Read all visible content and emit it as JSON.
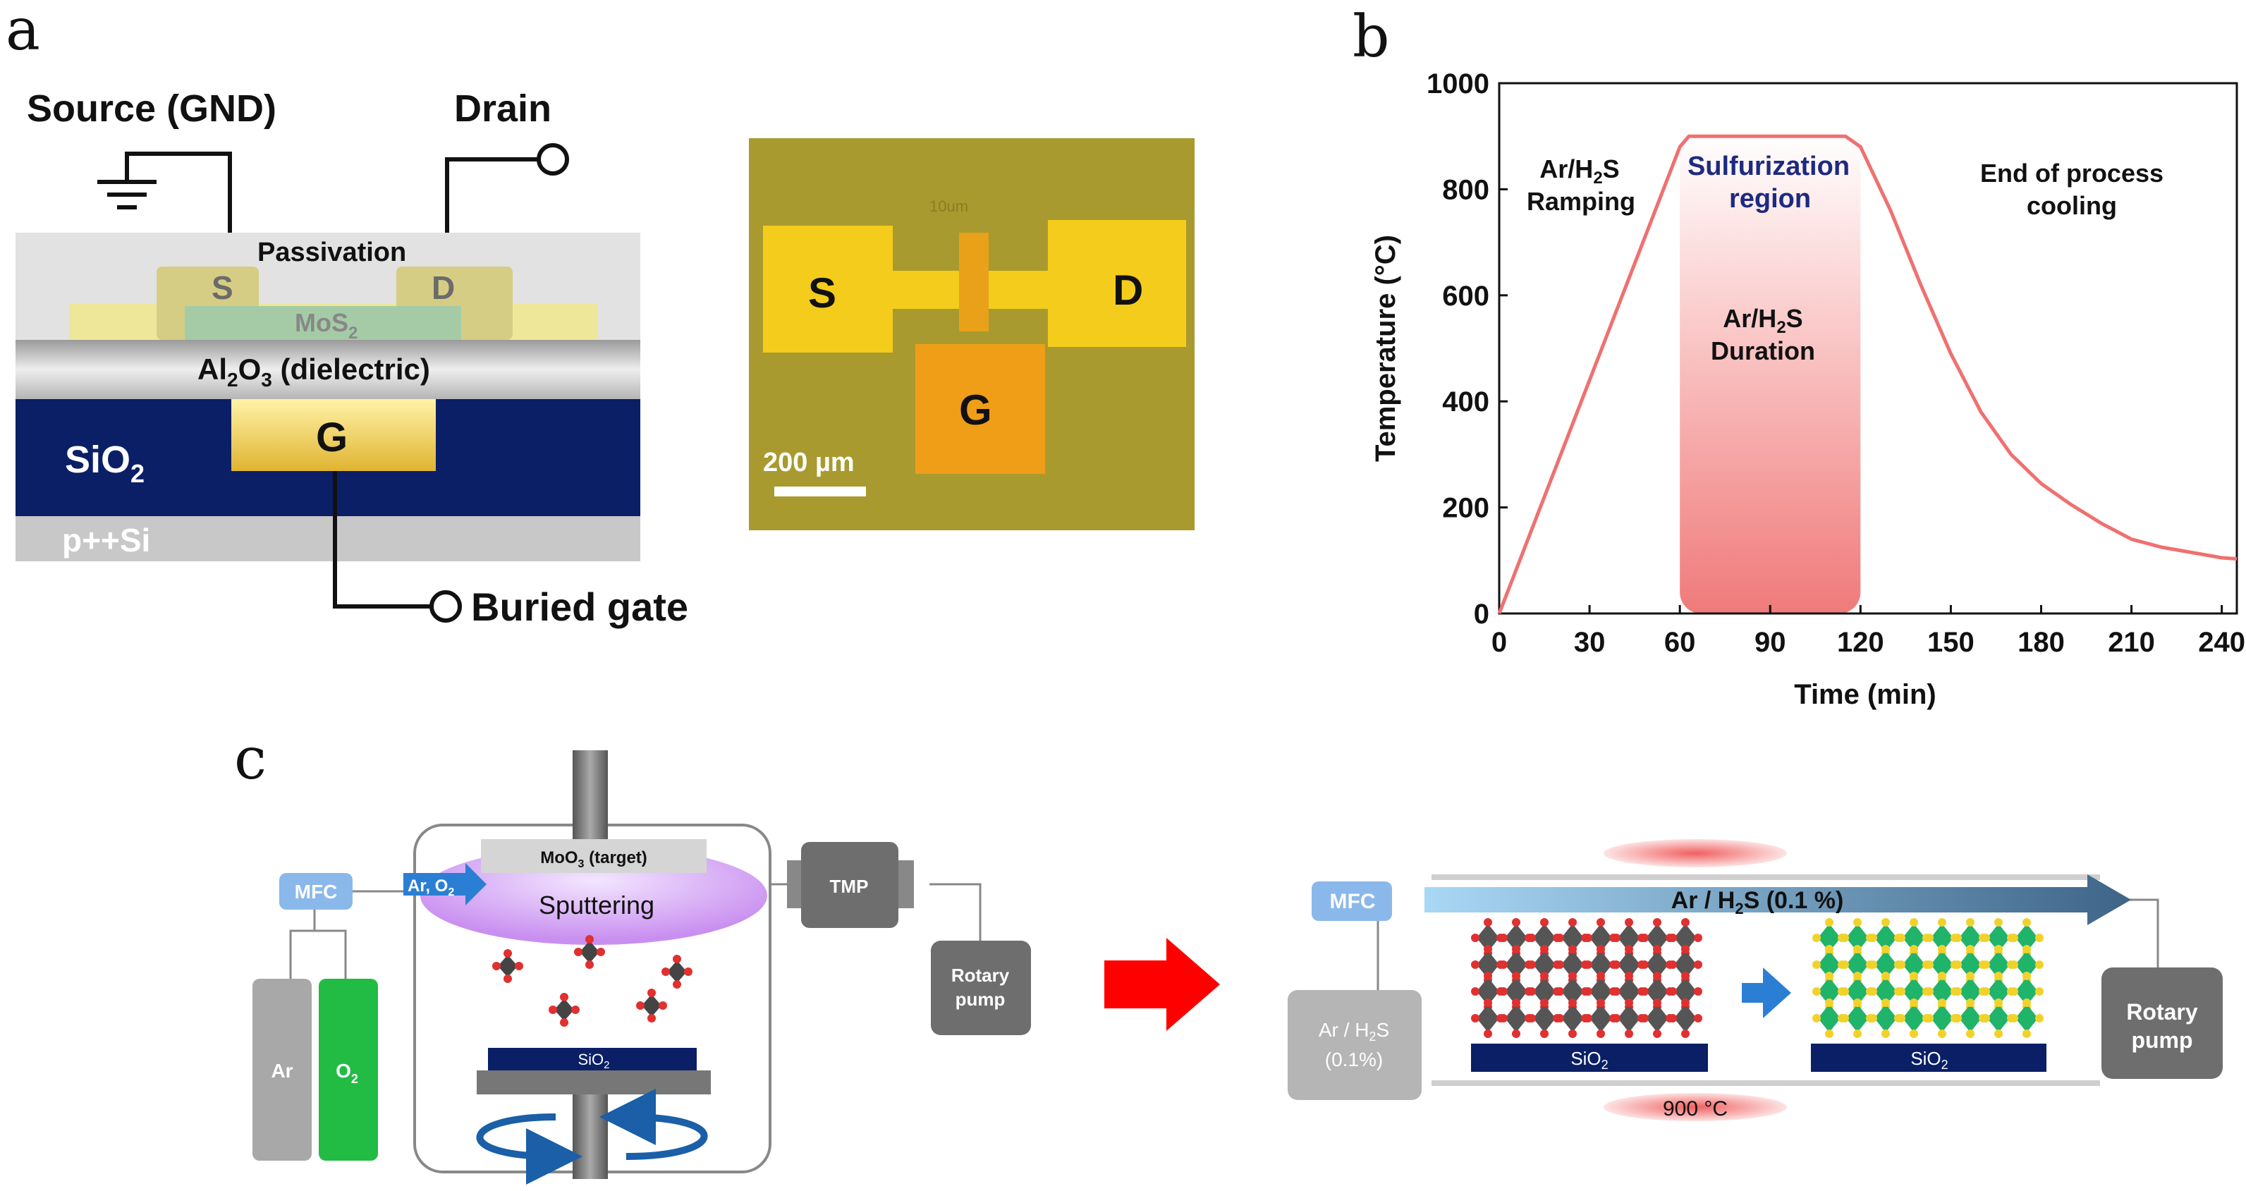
{
  "panels": {
    "a": "a",
    "b": "b",
    "c": "c"
  },
  "panel_a": {
    "source_label": "Source (GND)",
    "drain_label": "Drain",
    "passivation": "Passivation",
    "s": "S",
    "d": "D",
    "mos2": "MoS",
    "mos2_sub": "2",
    "al2o3_al": "Al",
    "al2o3_sub1": "2",
    "al2o3_o": "O",
    "al2o3_sub2": "3",
    "al2o3_rest": " (dielectric)",
    "sio2": "SiO",
    "sio2_sub": "2",
    "g": "G",
    "psi": "p++Si",
    "buried_gate": "Buried gate",
    "micro_s": "S",
    "micro_d": "D",
    "micro_g": "G",
    "scale_bar": "200 µm",
    "micro_faint": "10um"
  },
  "panel_b": {
    "ylabel": "Temperature (°C)",
    "xlabel": "Time (min)",
    "ramping_1": "Ar/H",
    "ramping_sub": "2",
    "ramping_2": "S",
    "ramping_3": "Ramping",
    "sulf_1": "Sulfurization",
    "sulf_2": "region",
    "dur_1": "Ar/H",
    "dur_sub": "2",
    "dur_2": "S",
    "dur_3": "Duration",
    "end_1": "End of process",
    "end_2": "cooling"
  },
  "chart_data": {
    "type": "line",
    "xlabel": "Time (min)",
    "ylabel": "Temperature (°C)",
    "xlim": [
      0,
      245
    ],
    "ylim": [
      0,
      1000
    ],
    "xticks": [
      0,
      30,
      60,
      90,
      120,
      150,
      180,
      210,
      240
    ],
    "yticks": [
      0,
      200,
      400,
      600,
      800,
      1000
    ],
    "grid": false,
    "series": [
      {
        "color": "#f07070",
        "x": [
          0,
          60,
          63,
          115,
          120,
          130,
          140,
          150,
          160,
          170,
          180,
          190,
          200,
          210,
          220,
          230,
          240,
          245
        ],
        "y": [
          0,
          880,
          900,
          900,
          880,
          760,
          620,
          490,
          380,
          300,
          245,
          205,
          170,
          140,
          125,
          115,
          105,
          103
        ]
      }
    ],
    "shaded_region": {
      "x": [
        60,
        120
      ],
      "color": "#f28b8b"
    }
  },
  "panel_c": {
    "mfc": "MFC",
    "ar": "Ar",
    "o2": "O",
    "o2_sub": "2",
    "target_1": "MoO",
    "target_sub": "3",
    "target_2": " (target)",
    "gas_1": "Ar, O",
    "gas_sub": "2",
    "sputtering": "Sputtering",
    "sio2": "SiO",
    "sio2_sub": "2",
    "tmp": "TMP",
    "rotary_1": "Rotary",
    "rotary_2": "pump",
    "mfc2": "MFC",
    "flow_1": "Ar / H",
    "flow_sub": "2",
    "flow_2": "S (0.1 %)",
    "gas2_1": "Ar / H",
    "gas2_sub": "2",
    "gas2_2": "S",
    "gas2_3": "(0.1%)",
    "sio2_left": "SiO",
    "sio2_left_sub": "2",
    "sio2_right": "SiO",
    "sio2_right_sub": "2",
    "temp": "900 °C",
    "rotary2_1": "Rotary",
    "rotary2_2": "pump"
  },
  "colors": {
    "navy": "#0a1f66",
    "gold": "#f2c94c",
    "curve": "#f07070",
    "arrow_red": "#ff0000",
    "arrow_blue": "#2a7fd4",
    "o2_green": "#22bb44"
  }
}
